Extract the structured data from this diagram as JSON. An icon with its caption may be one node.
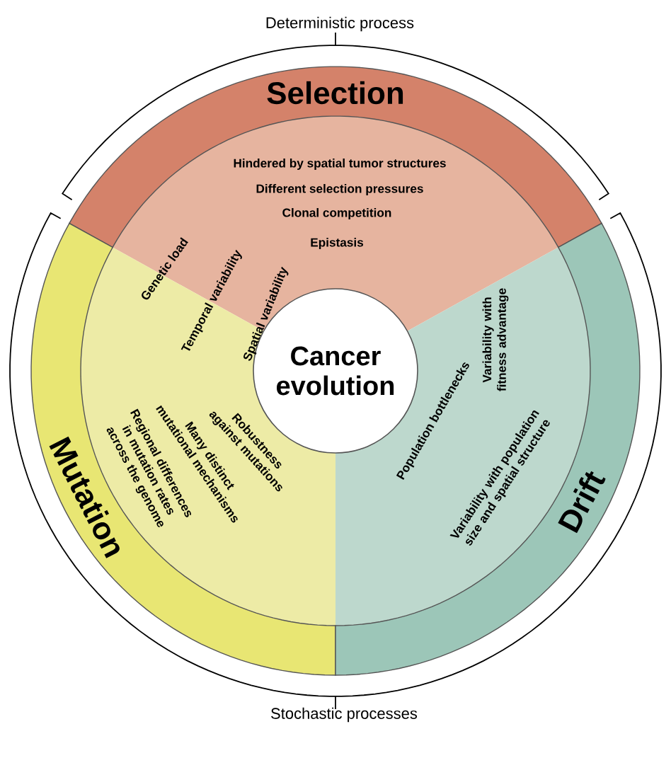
{
  "diagram": {
    "nodes": [
      {
        "text": [
          "Cancer evolution"
        ]
      },
      {
        "text": [
          "Selection"
        ]
      },
      {
        "text": [
          "Mutation"
        ]
      },
      {
        "text": [
          "Drift"
        ]
      }
    ],
    "labels": [
      "Deterministic process",
      "Hindered by spatial tumor structures",
      "Different selection pressures",
      "Clonal competition",
      "Epistasis",
      "Genetic load",
      "Temporal variability",
      "Spatial variability",
      "Regional differences in mutation rates across the genome",
      "Many distinct mutational mechanisms",
      "Robustness against mutations",
      "Population bottlenecks",
      "Variability with fitness advantage",
      "Variability with population size and spatial structure",
      "Stochastic processes"
    ]
  }
}
